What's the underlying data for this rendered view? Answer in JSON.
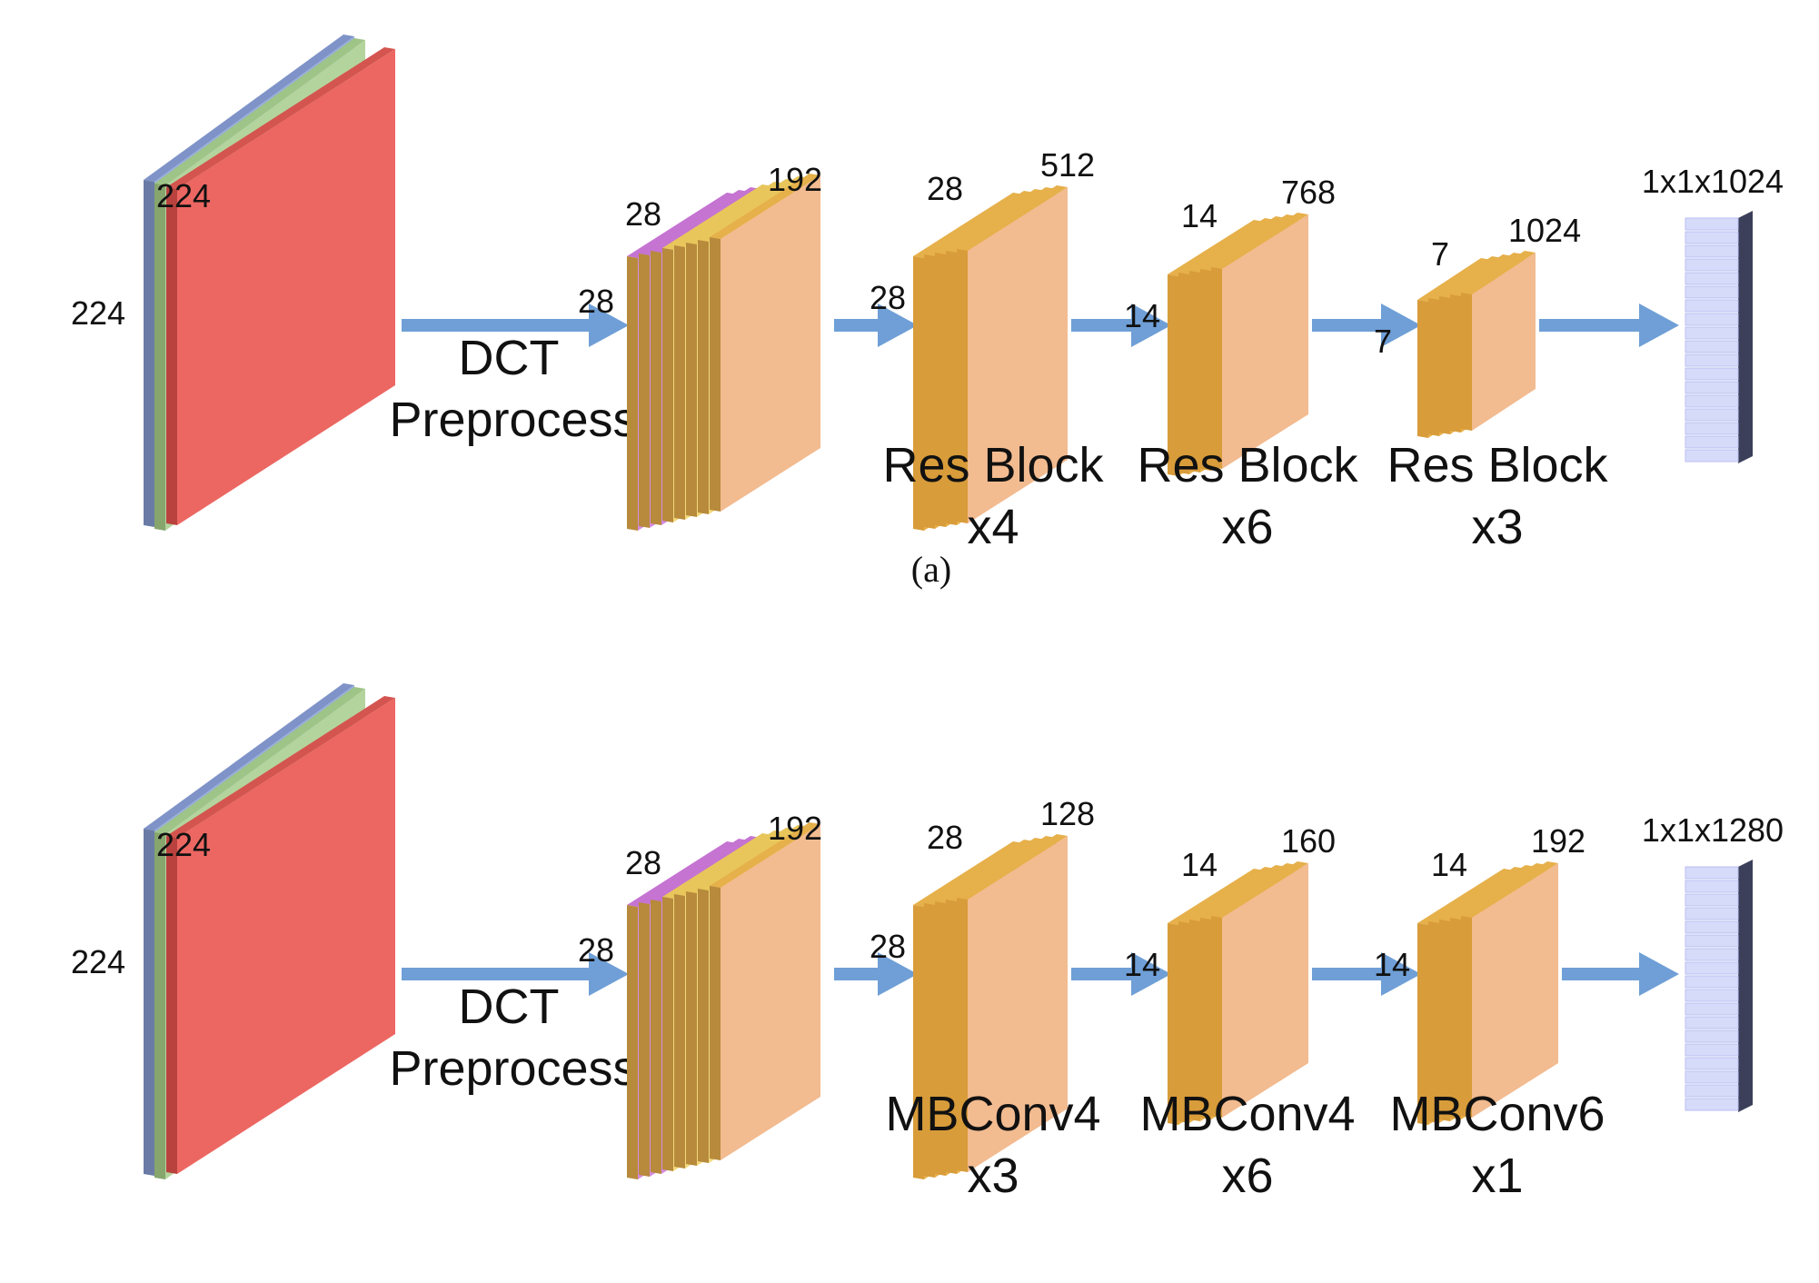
{
  "colors": {
    "arrow": "#6f9fd6",
    "input_red": "#ec6762",
    "input_green": "#b4d49d",
    "input_blue": "#99aedb",
    "input_edge": "#6a7ca6",
    "slice_purple": "#d58ae0",
    "slice_yellow": "#f3d97a",
    "block_front": "#f2bb90",
    "block_edge": "#e6b04a",
    "vector_light": "#d6dbfa",
    "vector_dark": "#3b3f5a"
  },
  "icons": {
    "input_image": "rgb-input-image",
    "feature_map": "feature-map-stack",
    "arrow": "right-arrow",
    "output": "output-vector"
  },
  "panels": [
    {
      "caption": "(a)",
      "input": {
        "height": "224",
        "width": "224"
      },
      "preprocess": {
        "line1": "DCT",
        "line2": "Preprocess"
      },
      "dct_block": {
        "side": "28",
        "depth": "28",
        "channels": "192"
      },
      "stages": [
        {
          "side": "28",
          "depth": "28",
          "channels": "512",
          "name": "Res Block",
          "repeat": "x4"
        },
        {
          "side": "14",
          "depth": "14",
          "channels": "768",
          "name": "Res Block",
          "repeat": "x6"
        },
        {
          "side": "7",
          "depth": "7",
          "channels": "1024",
          "name": "Res Block",
          "repeat": "x3"
        }
      ],
      "output": "1x1x1024"
    },
    {
      "caption": "",
      "input": {
        "height": "224",
        "width": "224"
      },
      "preprocess": {
        "line1": "DCT",
        "line2": "Preprocess"
      },
      "dct_block": {
        "side": "28",
        "depth": "28",
        "channels": "192"
      },
      "stages": [
        {
          "side": "28",
          "depth": "28",
          "channels": "128",
          "name": "MBConv4",
          "repeat": "x3"
        },
        {
          "side": "14",
          "depth": "14",
          "channels": "160",
          "name": "MBConv4",
          "repeat": "x6"
        },
        {
          "side": "14",
          "depth": "14",
          "channels": "192",
          "name": "MBConv6",
          "repeat": "x1"
        }
      ],
      "output": "1x1x1280"
    }
  ]
}
